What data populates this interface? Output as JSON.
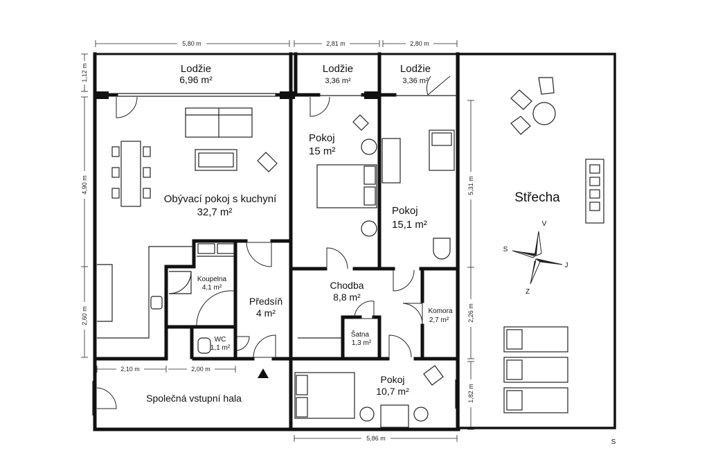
{
  "plan": {
    "rooms": [
      {
        "id": "lodzie-1",
        "name": "Lodžie",
        "area": "6,96 m²"
      },
      {
        "id": "lodzie-2",
        "name": "Lodžie",
        "area": "3,36 m²"
      },
      {
        "id": "lodzie-3",
        "name": "Lodžie",
        "area": "3,36 m²"
      },
      {
        "id": "obyvaci",
        "name": "Obývací pokoj s kuchyní",
        "area": "32,7 m²"
      },
      {
        "id": "pokoj-15",
        "name": "Pokoj",
        "area": "15 m²"
      },
      {
        "id": "pokoj-151",
        "name": "Pokoj",
        "area": "15,1 m²"
      },
      {
        "id": "koupelna",
        "name": "Koupelna",
        "area": "4,1 m²"
      },
      {
        "id": "predsin",
        "name": "Předsíň",
        "area": "4 m²"
      },
      {
        "id": "chodba",
        "name": "Chodba",
        "area": "8,8 m²"
      },
      {
        "id": "komora",
        "name": "Komora",
        "area": "2,7 m²"
      },
      {
        "id": "satna",
        "name": "Šatna",
        "area": "1,3 m²"
      },
      {
        "id": "wc",
        "name": "WC",
        "area": "1,1 m²"
      },
      {
        "id": "pokoj-107",
        "name": "Pokoj",
        "area": "10,7 m²"
      },
      {
        "id": "hala",
        "name": "Společná vstupní hala",
        "area": ""
      },
      {
        "id": "strecha",
        "name": "Střecha",
        "area": ""
      }
    ],
    "dimensions": {
      "top_1": "5,80 m",
      "top_2": "2,81 m",
      "top_3": "2,80 m",
      "left_1": "1,12 m",
      "left_2": "4,90 m",
      "left_3": "2,60 m",
      "right_1": "5,31 m",
      "right_2": "2,26 m",
      "right_3": "1,82 m",
      "bottom": "5,86 m",
      "hall_1": "2,10 m",
      "hall_2": "2,00 m"
    },
    "compass": {
      "north": "S",
      "south": "J",
      "east": "V",
      "west": "Z",
      "stray_mark": "S"
    },
    "colors": {
      "wall": "#111111",
      "furniture_stroke": "#222222",
      "background": "#ffffff"
    }
  }
}
